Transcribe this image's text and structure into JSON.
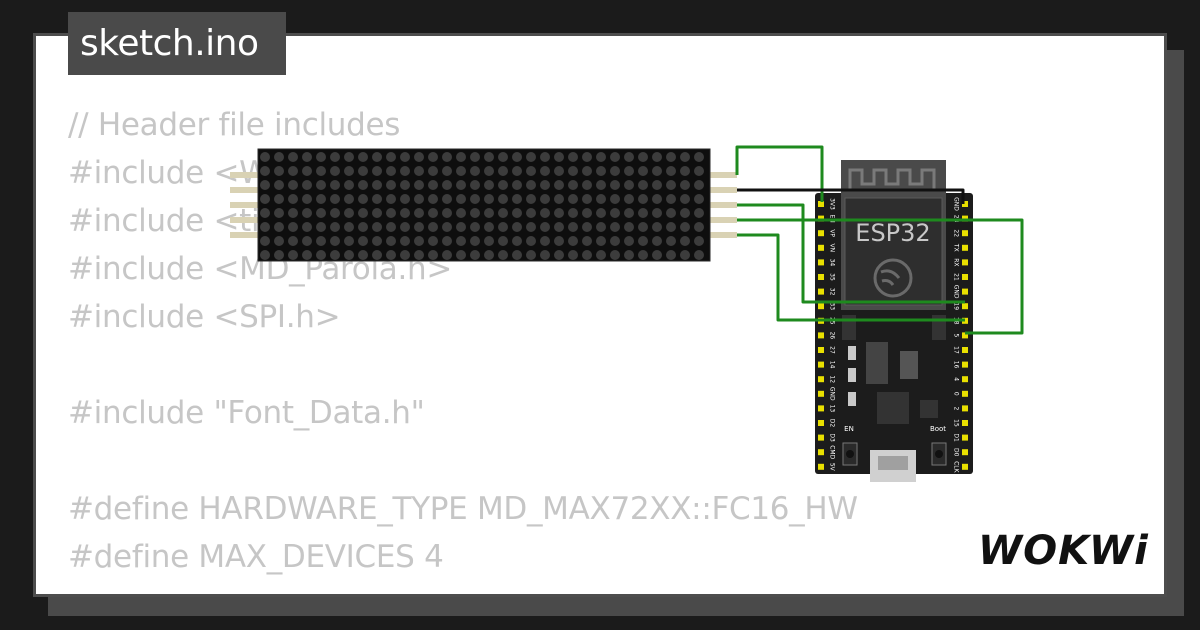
{
  "window": {
    "file_tab": "sketch.ino"
  },
  "code_lines": [
    "// Header file includes",
    "#include <WiFi.h>",
    "#include <time.h>",
    "#include <MD_Parola.h>",
    "#include <SPI.h>",
    "",
    "#include \"Font_Data.h\"",
    "",
    "#define HARDWARE_TYPE MD_MAX72XX::FC16_HW",
    "#define MAX_DEVICES 4"
  ],
  "diagram": {
    "esp32_label": "ESP32",
    "en_label": "EN",
    "boot_label": "Boot",
    "left_pins": [
      "3V3",
      "EN",
      "VP",
      "VN",
      "34",
      "35",
      "32",
      "33",
      "25",
      "26",
      "27",
      "14",
      "12",
      "GND",
      "13",
      "D2",
      "D3",
      "CMD",
      "5V"
    ],
    "right_pins": [
      "GND",
      "23",
      "22",
      "TX",
      "RX",
      "21",
      "GND",
      "19",
      "18",
      "5",
      "17",
      "16",
      "4",
      "0",
      "2",
      "15",
      "D1",
      "D0",
      "CLK"
    ],
    "colors": {
      "wire_green": "#1e8a1e",
      "wire_black": "#111111",
      "board": "#1c1c1c",
      "pin_header": "#e9e000",
      "matrix_bg": "#0e0e0e",
      "matrix_dot": "#3c3c3c"
    }
  },
  "brand": {
    "logo_text": "WOKWi"
  }
}
